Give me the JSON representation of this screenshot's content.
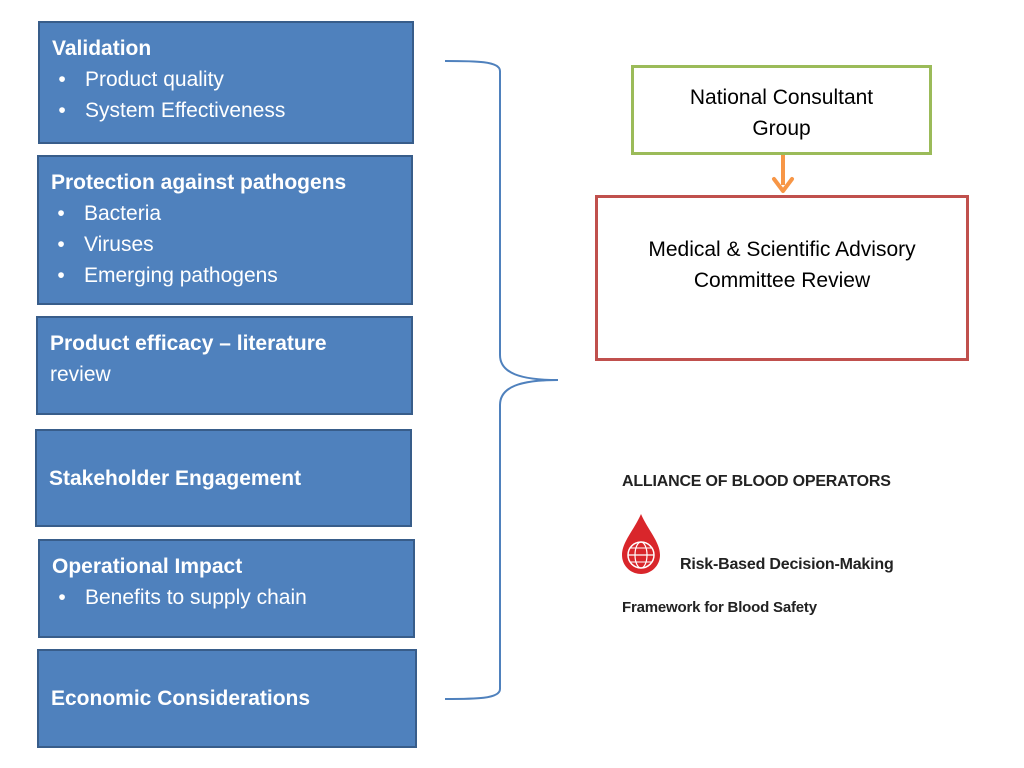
{
  "boxes": {
    "validation": {
      "title": "Validation",
      "bullets": [
        "Product quality",
        "System Effectiveness"
      ]
    },
    "protection": {
      "title": "Protection against pathogens",
      "bullets": [
        "Bacteria",
        "Viruses",
        "Emerging pathogens"
      ]
    },
    "efficacy": {
      "title": "Product efficacy – literature",
      "title_continued": "review"
    },
    "stakeholder": {
      "title": "Stakeholder Engagement"
    },
    "operational": {
      "title": "Operational Impact",
      "bullets": [
        "Benefits to supply chain"
      ]
    },
    "economic": {
      "title": "Economic Considerations"
    }
  },
  "bullet_glyph": "•",
  "review_flow": {
    "consultant_line1": "National Consultant",
    "consultant_line2": "Group",
    "committee_line1": "Medical & Scientific Advisory",
    "committee_line2": "Committee  Review"
  },
  "logo": {
    "organization": "ALLIANCE OF BLOOD OPERATORS",
    "line1": "Risk-Based Decision-Making",
    "line2": "Framework for Blood Safety"
  },
  "colors": {
    "box_fill": "#4f81bd",
    "consultant_border": "#9bbb59",
    "committee_border": "#c0504d",
    "arrow": "#f79646",
    "logo_drop": "#d9262b"
  }
}
